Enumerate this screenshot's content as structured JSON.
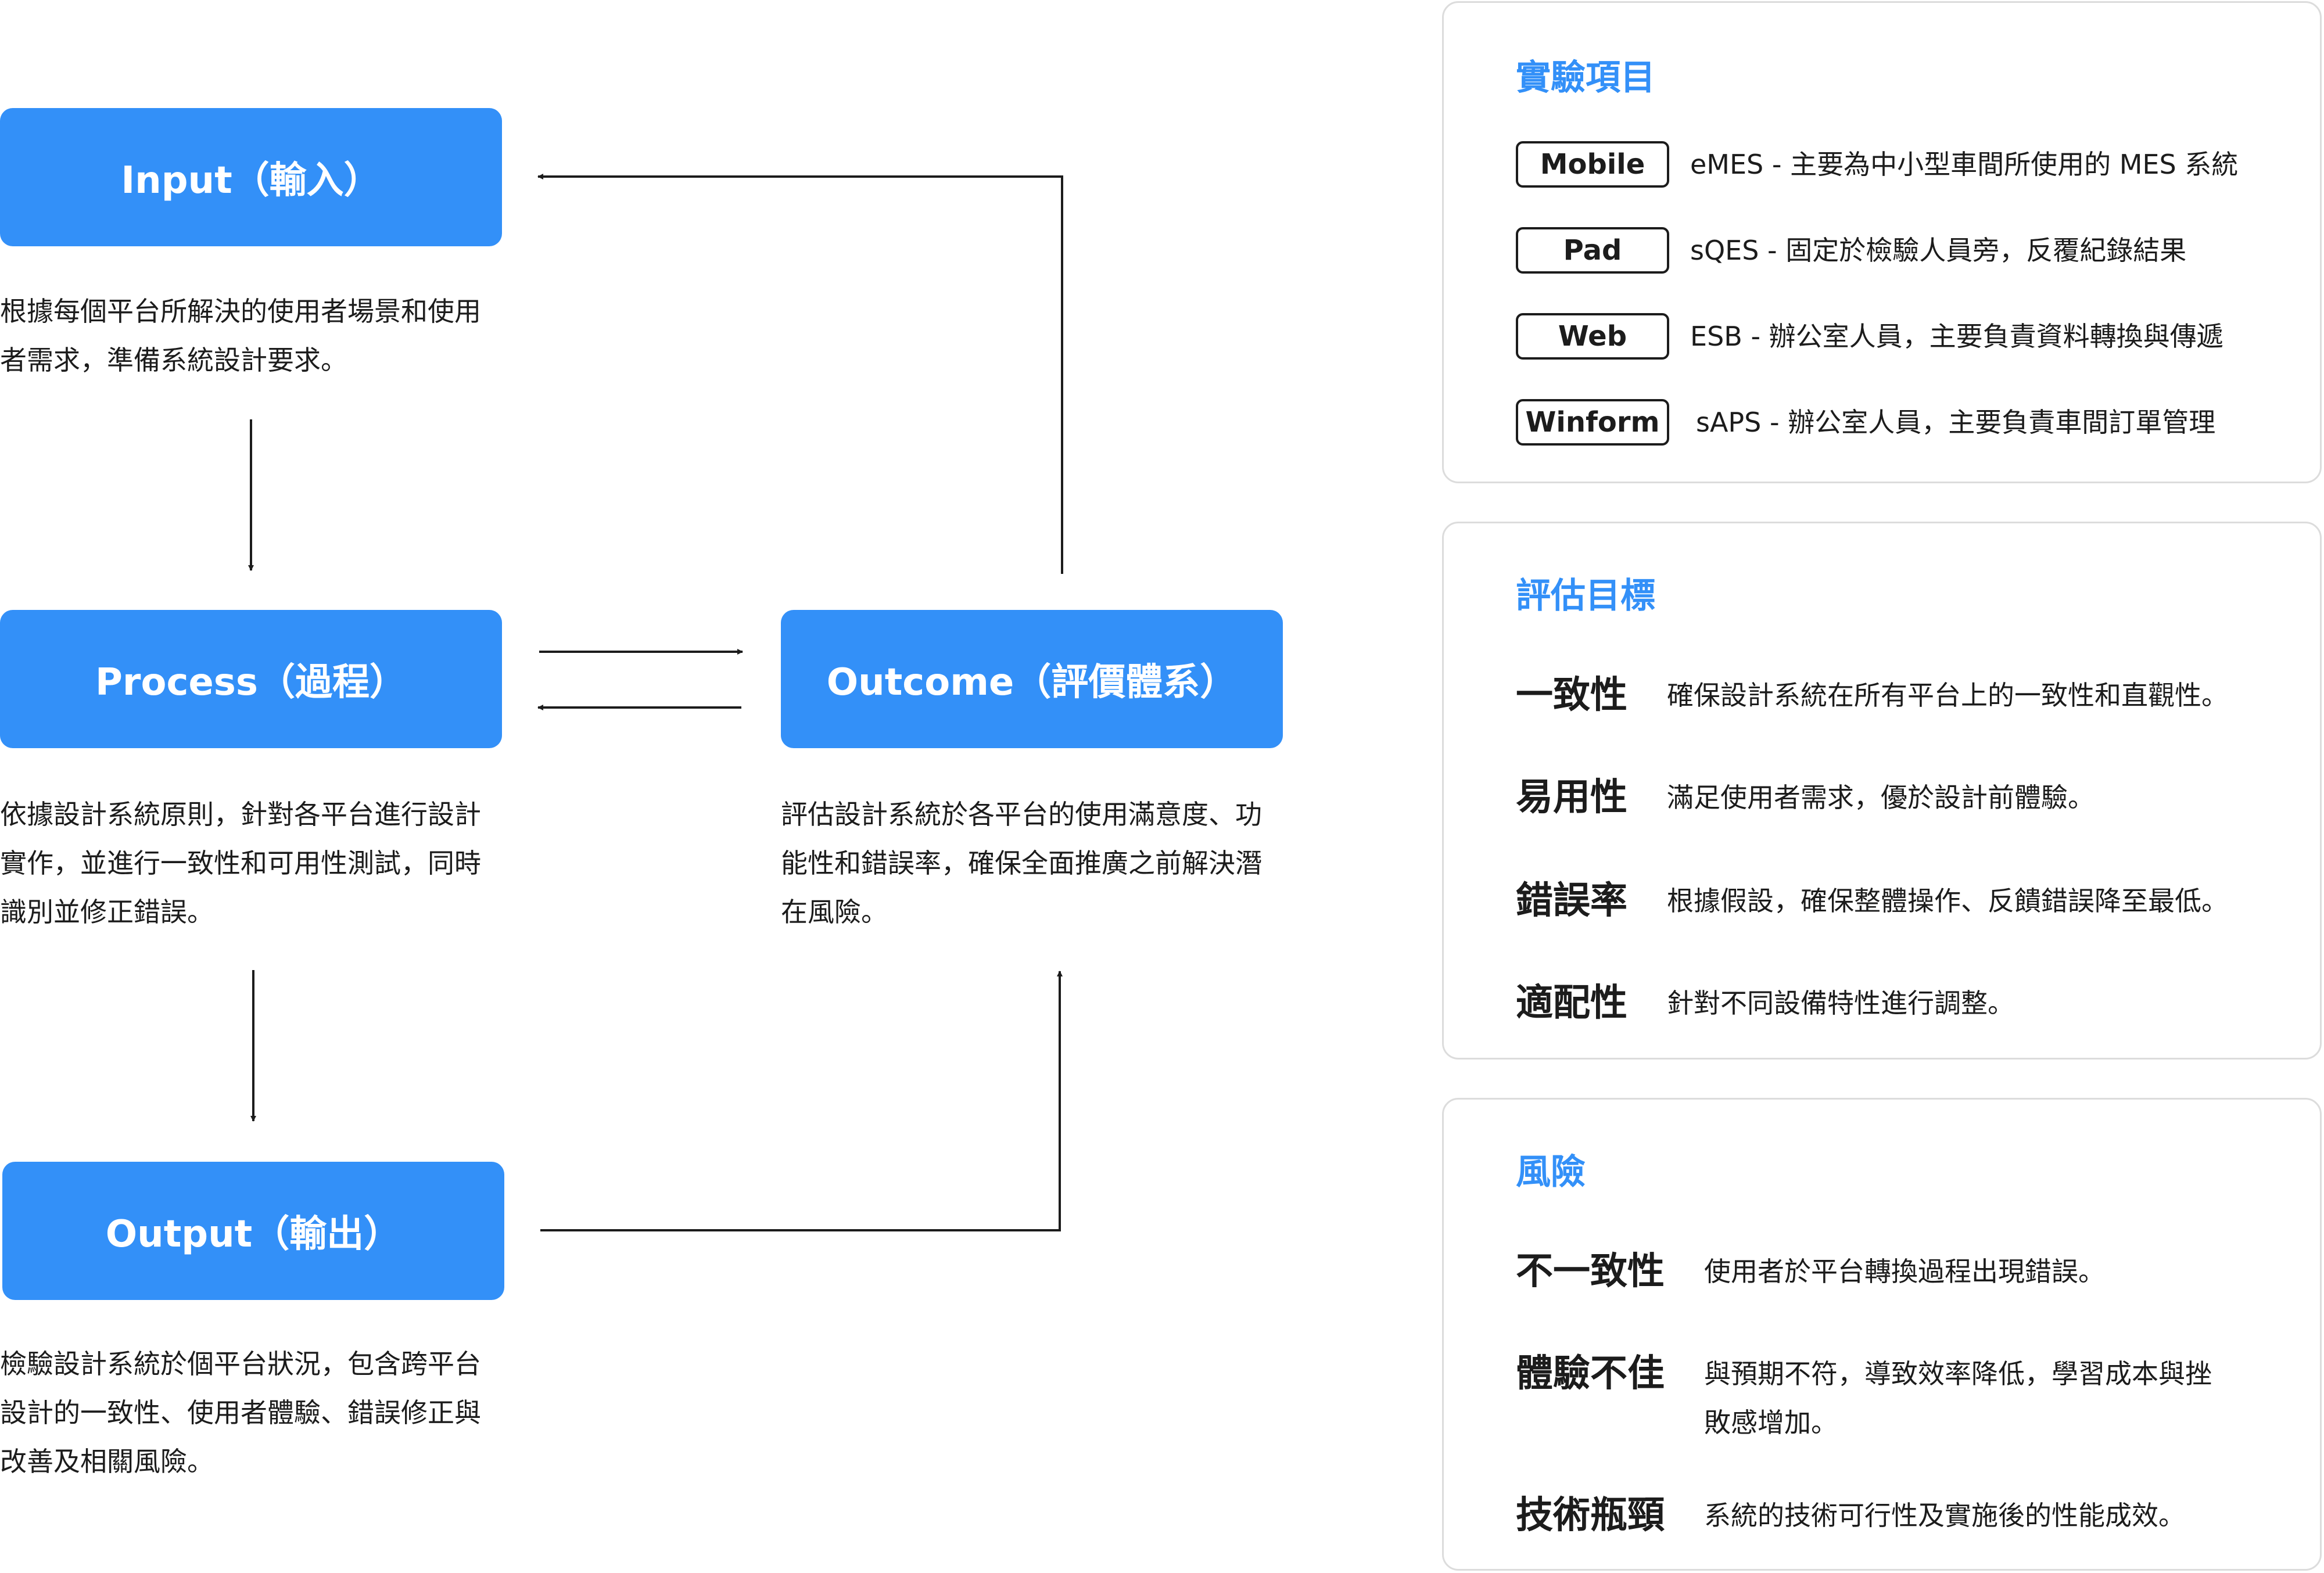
{
  "flow": {
    "input": {
      "label": "Input（輸入）",
      "desc": [
        "根據每個平台所解決的使用者場景和使用",
        "者需求，準備系統設計要求。"
      ]
    },
    "process": {
      "label": "Process（過程）",
      "desc": [
        "依據設計系統原則，針對各平台進行設計",
        "實作，並進行一致性和可用性測試，同時",
        "識別並修正錯誤。"
      ]
    },
    "output": {
      "label": "Output（輸出）",
      "desc": [
        "檢驗設計系統於個平台狀況，包含跨平台",
        "設計的一致性、使用者體驗、錯誤修正與",
        "改善及相關風險。"
      ]
    },
    "outcome": {
      "label": "Outcome（評價體系）",
      "desc": [
        "評估設計系統於各平台的使用滿意度、功",
        "能性和錯誤率，確保全面推廣之前解決潛",
        "在風險。"
      ]
    }
  },
  "experiments": {
    "title": "實驗項目",
    "items": [
      {
        "tag": "Mobile",
        "text": "eMES - 主要為中小型車間所使用的 MES 系統"
      },
      {
        "tag": "Pad",
        "text": "sQES - 固定於檢驗人員旁，反覆紀錄結果"
      },
      {
        "tag": "Web",
        "text": "ESB -  辦公室人員，主要負責資料轉換與傳遞"
      },
      {
        "tag": "Winform",
        "text": "sAPS - 辦公室人員，主要負責車間訂單管理"
      }
    ]
  },
  "goals": {
    "title": "評估目標",
    "items": [
      {
        "term": "一致性",
        "desc": [
          "確保設計系統在所有平台上的一致性和直觀性。"
        ]
      },
      {
        "term": "易用性",
        "desc": [
          "滿足使用者需求，優於設計前體驗。"
        ]
      },
      {
        "term": "錯誤率",
        "desc": [
          "根據假設，確保整體操作、反饋錯誤降至最低。"
        ]
      },
      {
        "term": "適配性",
        "desc": [
          "針對不同設備特性進行調整。"
        ]
      }
    ]
  },
  "risks": {
    "title": "風險",
    "items": [
      {
        "term": "不一致性",
        "desc": [
          "使用者於平台轉換過程出現錯誤。"
        ]
      },
      {
        "term": "體驗不佳",
        "desc": [
          "與預期不符，導致效率降低，學習成本與挫",
          "敗感增加。"
        ]
      },
      {
        "term": "技術瓶頸",
        "desc": [
          "系統的技術可行性及實施後的性能成效。"
        ]
      }
    ]
  },
  "colors": {
    "accent": "#3390f8",
    "text": "#1c1c1c",
    "panel_border": "#dcdcdc"
  }
}
